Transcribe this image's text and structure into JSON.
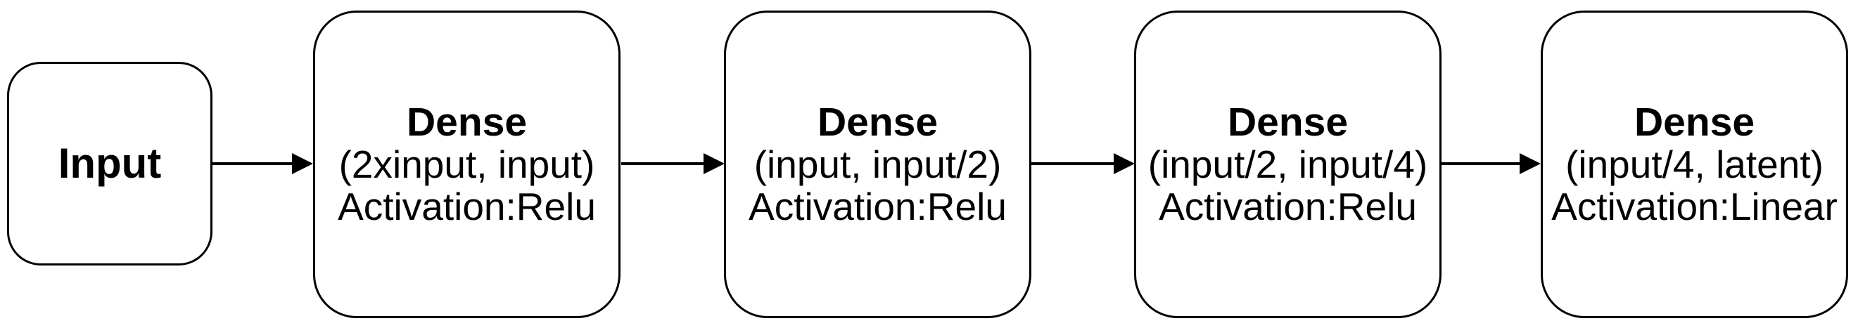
{
  "diagram": {
    "colors": {
      "background": "#ffffff",
      "stroke": "#000000",
      "text": "#000000"
    },
    "nodes": [
      {
        "id": "input",
        "title": "Input",
        "lines": []
      },
      {
        "id": "dense1",
        "title": "Dense",
        "lines": [
          "(2xinput, input)",
          "Activation:Relu"
        ]
      },
      {
        "id": "dense2",
        "title": "Dense",
        "lines": [
          "(input, input/2)",
          "Activation:Relu"
        ]
      },
      {
        "id": "dense3",
        "title": "Dense",
        "lines": [
          "(input/2, input/4)",
          "Activation:Relu"
        ]
      },
      {
        "id": "dense4",
        "title": "Dense",
        "lines": [
          "(input/4, latent)",
          "Activation:Linear"
        ]
      }
    ],
    "connections": [
      {
        "from": "input",
        "to": "dense1"
      },
      {
        "from": "dense1",
        "to": "dense2"
      },
      {
        "from": "dense2",
        "to": "dense3"
      },
      {
        "from": "dense3",
        "to": "dense4"
      }
    ]
  }
}
